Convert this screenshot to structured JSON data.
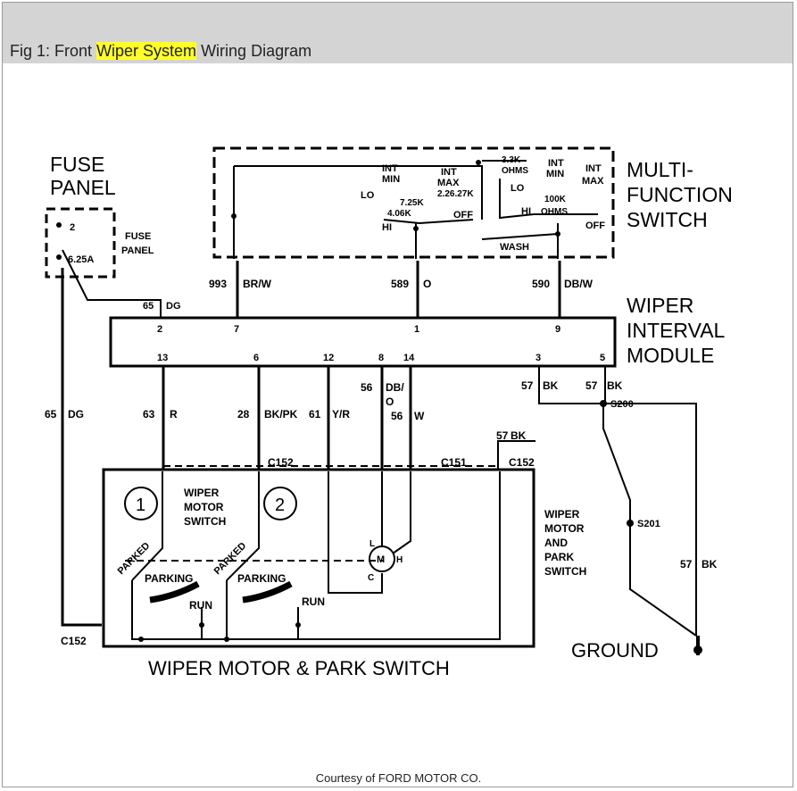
{
  "caption": {
    "prefix": "Fig 1: Front ",
    "highlight": "Wiper System",
    "suffix": " Wiring Diagram"
  },
  "colors": {
    "highlight": "#ffff2a",
    "caption_bar": "#d4d4d4",
    "ink": "#000000"
  },
  "fuse_panel": {
    "title_line1": "FUSE",
    "title_line2": "PANEL",
    "side_line1": "FUSE",
    "side_line2": "PANEL",
    "pin": "2",
    "rating": "6.25A"
  },
  "mfs": {
    "title_line1": "MULTI-",
    "title_line2": "FUNCTION",
    "title_line3": "SWITCH",
    "int_min_a": "INT",
    "int_min_b": "MIN",
    "int_max_a": "INT",
    "int_max_b": "MAX",
    "lo": "LO",
    "hi": "HI",
    "off": "OFF",
    "r1": "7.25K",
    "r2": "4.06K",
    "r3": "2.26.27K",
    "int_min2_a": "INT",
    "int_min2_b": "MIN",
    "int2_a": "INT",
    "int2_b": "MAX",
    "ohms1_a": "3.3K",
    "ohms1_b": "OHMS",
    "lo2": "LO",
    "hi2": "HI",
    "ohms2_a": "100K",
    "ohms2_b": "OHMS",
    "off2": "OFF",
    "wash": "WASH"
  },
  "module": {
    "title_line1": "WIPER",
    "title_line2": "INTERVAL",
    "title_line3": "MODULE",
    "top_pins": [
      "2",
      "7",
      "1",
      "9"
    ],
    "bottom_pins": [
      "13",
      "6",
      "12",
      "8",
      "14",
      "3",
      "5"
    ]
  },
  "wires": {
    "w993": "993",
    "w993c": "BR/W",
    "w589": "589",
    "w589c": "O",
    "w590": "590",
    "w590c": "DB/W",
    "w65a": "65",
    "w65ac": "DG",
    "w65b": "65",
    "w65bc": "DG",
    "w63": "63",
    "w63c": "R",
    "w28": "28",
    "w28c": "BK/PK",
    "w61": "61",
    "w61c": "Y/R",
    "w56a": "56",
    "w56ac1": "DB/",
    "w56ac2": "O",
    "w56b": "56",
    "w56bc": "W",
    "w57a": "57",
    "w57ac": "BK",
    "w57b": "57",
    "w57bc": "BK",
    "w57c": "57",
    "w57cc": "BK",
    "w57d": "57",
    "w57dc": "BK"
  },
  "connectors": {
    "c152a": "C152",
    "c151": "C151",
    "c152b": "C152",
    "c152c": "C152",
    "s200": "S200",
    "s201": "S201"
  },
  "motor": {
    "title": "WIPER MOTOR & PARK SWITCH",
    "sw1": "1",
    "sw2": "2",
    "wms1": "WIPER",
    "wms2": "MOTOR",
    "wms3": "SWITCH",
    "wmps1": "WIPER",
    "wmps2": "MOTOR",
    "wmps3": "AND",
    "wmps4": "PARK",
    "wmps5": "SWITCH",
    "parked1": "PARKED",
    "parked2": "PARKED",
    "parking1": "PARKING",
    "parking2": "PARKING",
    "run1": "RUN",
    "run2": "RUN",
    "m": "M",
    "l": "L",
    "h": "H",
    "c": "C"
  },
  "ground": "GROUND",
  "credit": "Courtesy of FORD MOTOR CO."
}
